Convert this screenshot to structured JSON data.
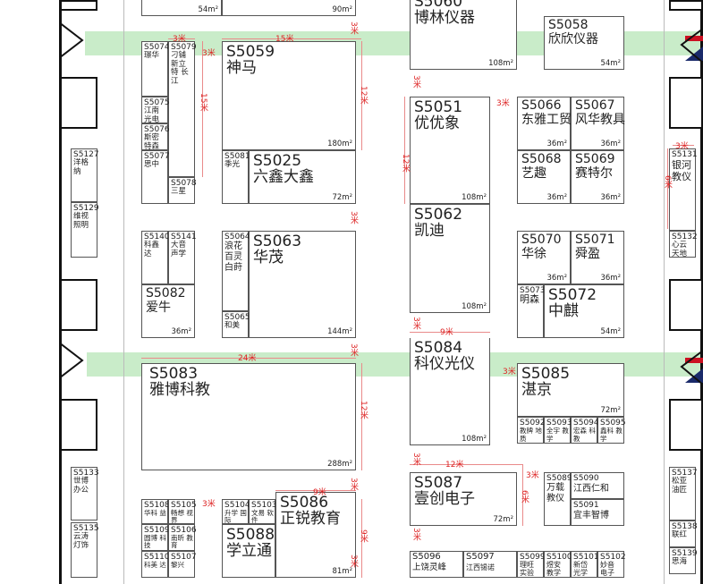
{
  "booths": {
    "b_top1": {
      "area": "54m²"
    },
    "b_top2": {
      "area": "90m²"
    },
    "s5060": {
      "id": "S5060",
      "name": "博林仪器",
      "area": "108m²"
    },
    "s5058": {
      "id": "S5058",
      "name": "欣欣仪器",
      "area": "54m²"
    },
    "s5074": {
      "id": "S5074",
      "name": "璟华"
    },
    "s5079": {
      "id": "S5079",
      "name": "刁铺 新立特 长江"
    },
    "s5075": {
      "id": "S5075",
      "name": "江南 光电"
    },
    "s5076": {
      "id": "S5076",
      "name": "斯密 特森"
    },
    "s5077": {
      "id": "S5077",
      "name": "思中"
    },
    "s5078": {
      "id": "S5078",
      "name": "三星"
    },
    "s5059": {
      "id": "S5059",
      "name": "神马",
      "area": "180m²"
    },
    "s5081": {
      "id": "S5081",
      "name": "季光"
    },
    "s5025": {
      "id": "S5025",
      "name": "六鑫大鑫",
      "area": "72m²"
    },
    "s5051": {
      "id": "S5051",
      "name": "优优象",
      "area": "108m²"
    },
    "s5062": {
      "id": "S5062",
      "name": "凯迪",
      "area": "108m²"
    },
    "s5066": {
      "id": "S5066",
      "name": "东雅工贸",
      "area": "36m²"
    },
    "s5067": {
      "id": "S5067",
      "name": "风华教具",
      "area": "36m²"
    },
    "s5068": {
      "id": "S5068",
      "name": "艺趣",
      "area": "36m²"
    },
    "s5069": {
      "id": "S5069",
      "name": "赛特尔",
      "area": "36m²"
    },
    "s5127": {
      "id": "S5127",
      "name": "洋格纳"
    },
    "s5129": {
      "id": "S5129",
      "name": "维视 照明"
    },
    "s5131": {
      "id": "S5131",
      "name": "银河 教仪"
    },
    "s5132": {
      "id": "S5132",
      "name": "心云 天地"
    },
    "s5140": {
      "id": "S5140",
      "name": "科鑫达"
    },
    "s5141": {
      "id": "S5141",
      "name": "大音 声学"
    },
    "s5082": {
      "id": "S5082",
      "name": "爱牛",
      "area": "36m²"
    },
    "s5064": {
      "id": "S5064",
      "name": "浪花 百灵 白莳"
    },
    "s5065": {
      "id": "S5065",
      "name": "和美"
    },
    "s5063": {
      "id": "S5063",
      "name": "华茂",
      "area": "144m²"
    },
    "s5070": {
      "id": "S5070",
      "name": "华徐",
      "area": "36m²"
    },
    "s5071": {
      "id": "S5071",
      "name": "舜盈",
      "area": "36m²"
    },
    "s5073": {
      "id": "S5073",
      "name": "明森"
    },
    "s5072": {
      "id": "S5072",
      "name": "中麒",
      "area": "54m²"
    },
    "s5083": {
      "id": "S5083",
      "name": "雅博科教",
      "area": "288m²"
    },
    "s5084": {
      "id": "S5084",
      "name": "科仪光仪",
      "area": "108m²"
    },
    "s5085": {
      "id": "S5085",
      "name": "湛京",
      "area": "72m²"
    },
    "s5092": {
      "id": "S5092",
      "name": "教牌 地质"
    },
    "s5093": {
      "id": "S5093",
      "name": "全宇 教学"
    },
    "s5094": {
      "id": "S5094",
      "name": "宏森 科教"
    },
    "s5095": {
      "id": "S5095",
      "name": "鑫科 教学"
    },
    "s5087": {
      "id": "S5087",
      "name": "壹创电子",
      "area": "72m²"
    },
    "s5089": {
      "id": "S5089",
      "name": "万载 教仪"
    },
    "s5090": {
      "id": "S5090",
      "name": "江西仁和"
    },
    "s5091": {
      "id": "S5091",
      "name": "宜丰智博"
    },
    "s5133": {
      "id": "S5133",
      "name": "世博 办公"
    },
    "s5135": {
      "id": "S5135",
      "name": "云涛 灯饰"
    },
    "s5137": {
      "id": "S5137",
      "name": "松亚 油匠"
    },
    "s5138": {
      "id": "S5138",
      "name": "联红"
    },
    "s5139": {
      "id": "S5139",
      "name": "思海"
    },
    "s5108": {
      "id": "S5108",
      "name": "华科 益"
    },
    "s5105": {
      "id": "S5105",
      "name": "畅想 视界"
    },
    "s5109": {
      "id": "S5109",
      "name": "圆博 科技"
    },
    "s5106": {
      "id": "S5106",
      "name": "南昕 教育"
    },
    "s5110": {
      "id": "S5110",
      "name": "科美 达"
    },
    "s5107": {
      "id": "S5107",
      "name": "黎兴"
    },
    "s5104": {
      "id": "S5104",
      "name": "升学 国际"
    },
    "s5103": {
      "id": "S5103",
      "name": "文易 软件"
    },
    "s5088": {
      "id": "S5088",
      "name": "学立通"
    },
    "s5086": {
      "id": "S5086",
      "name": "正锐教育",
      "area": "81m²"
    },
    "s5096": {
      "id": "S5096",
      "name": "上饶灵峰"
    },
    "s5097": {
      "id": "S5097",
      "name": "江西锡诺"
    },
    "s5099": {
      "id": "S5099",
      "name": "理旺 实验"
    },
    "s5100": {
      "id": "S5100",
      "name": "煜安 教学"
    },
    "s5101": {
      "id": "S5101",
      "name": "新岱 光学"
    },
    "s5102": {
      "id": "S5102",
      "name": "妙音 电子"
    }
  },
  "dims": {
    "d1": "3米",
    "d2": "3米",
    "d3": "15米",
    "d4": "3米",
    "d5": "15米",
    "d6": "12米",
    "d7": "3米",
    "d8": "3米",
    "d9": "12米",
    "d10": "3米",
    "d11": "3米",
    "d12": "3米",
    "d13": "6米",
    "d14": "3米",
    "d15": "9米",
    "d16": "3米",
    "d17": "24米",
    "d18": "12米",
    "d19": "3米",
    "d20": "12米",
    "d21": "3米",
    "d22": "6米",
    "d23": "3米",
    "d24": "3米",
    "d25": "9米",
    "d26": "3米",
    "d27": "9米",
    "d28": "3米"
  },
  "colors": {
    "aisle": "#c9ecc9",
    "dimension": "#dd2222",
    "booth_border": "#555555",
    "flag_red": "#cc1122",
    "flag_blue": "#1a2a6a"
  }
}
